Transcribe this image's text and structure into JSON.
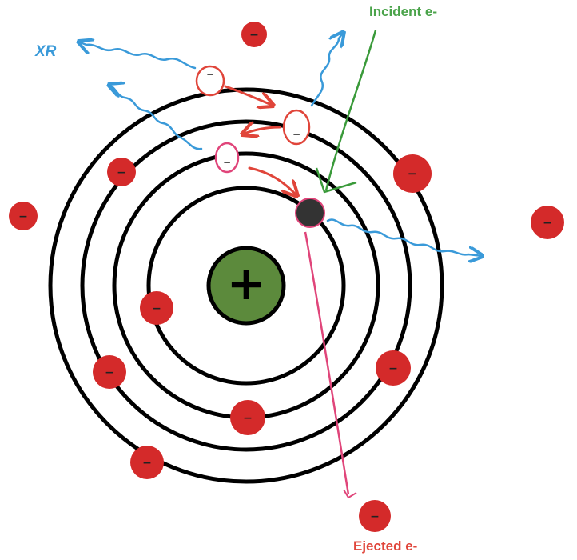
{
  "labels": {
    "incident": "Incident e-",
    "ejected": "Ejected e-",
    "xray": "XR"
  },
  "nucleus": {
    "symbol": "+"
  },
  "electron_symbol": "−",
  "colors": {
    "shell": "#000000",
    "nucleus_fill": "#5c8a3c",
    "electron": "#d42a2a",
    "vacancy": "#333333",
    "xray_wave": "#3a9ad9",
    "transition_arrow": "#e0453a",
    "incident_arrow": "#3a9a3a",
    "ejected_path": "#e0457a",
    "incident_label": "#4aa34a",
    "ejected_label": "#e0453a"
  }
}
